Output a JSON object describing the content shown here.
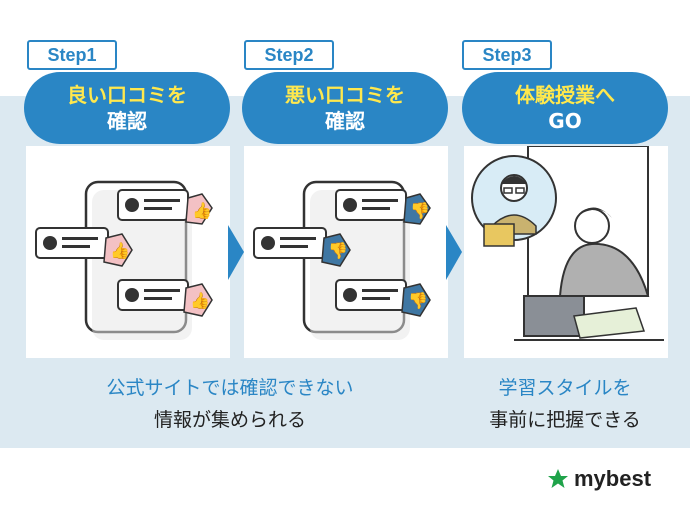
{
  "steps": [
    {
      "tag": "Step1",
      "title_line1": "良い口コミを",
      "title_line2": "確認"
    },
    {
      "tag": "Step2",
      "title_line1": "悪い口コミを",
      "title_line2": "確認"
    },
    {
      "tag": "Step3",
      "title_line1": "体験授業へ",
      "title_line2": "GO"
    }
  ],
  "captions": {
    "left_line1": "公式サイトでは確認できない",
    "left_line2": "情報が集められる",
    "right_line1": "学習スタイルを",
    "right_line2": "事前に把握できる"
  },
  "logo": {
    "text": "mybest"
  },
  "colors": {
    "accent": "#2a86c5",
    "band": "#dce9f1",
    "highlight": "#ffe84d",
    "good": "#e8878c",
    "bad": "#3f77a3",
    "logo_star": "#1fa34a"
  }
}
